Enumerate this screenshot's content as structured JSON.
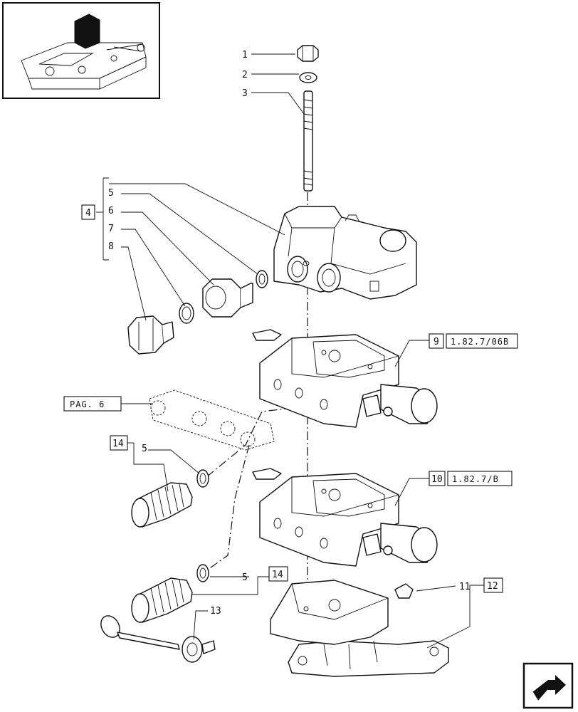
{
  "callouts": {
    "c1": "1",
    "c2": "2",
    "c3": "3",
    "c4": "4",
    "c5a": "5",
    "c6": "6",
    "c7": "7",
    "c8": "8",
    "c9": "9",
    "c10": "10",
    "c11": "11",
    "c12": "12",
    "c13": "13",
    "c14a": "14",
    "c5b": "5",
    "c5c": "5",
    "c14b": "14"
  },
  "references": {
    "ref9": "1.82.7/06B",
    "ref10": "1.82.7/B",
    "pag": "PAG. 6"
  },
  "icons": {
    "thumbnail": "tractor-hydraulic-lift-thumbnail",
    "nav": "next-page-arrow-icon"
  }
}
